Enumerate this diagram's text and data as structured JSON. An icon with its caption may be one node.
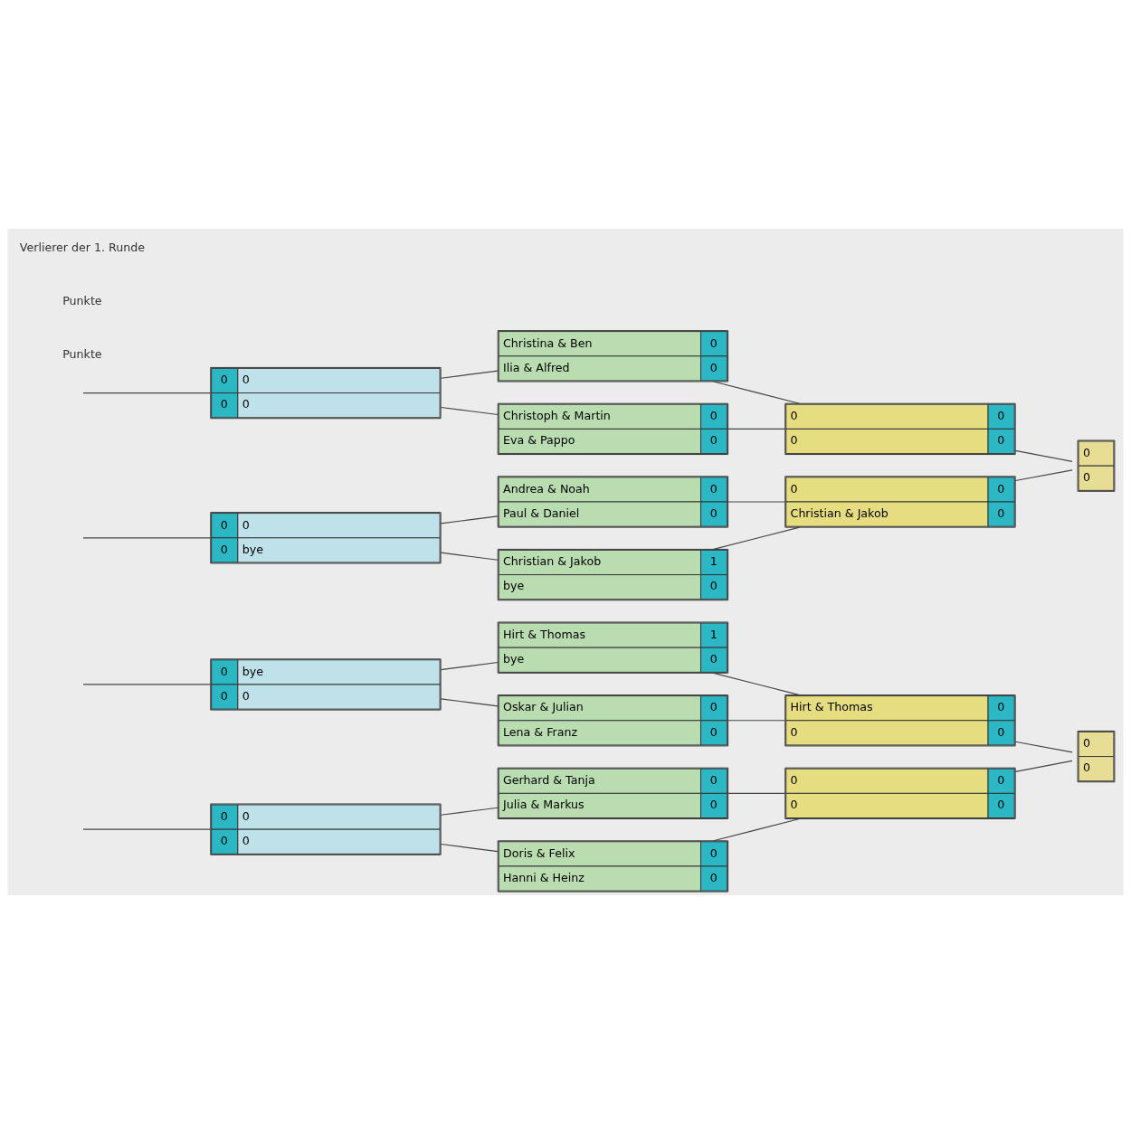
{
  "diagram": {
    "nodes": [
      {
        "text": [
          "Gerhard & Tanja",
          "0",
          "Julia & Markus",
          "0"
        ]
      },
      {
        "text": [
          "Doris & Felix",
          "0",
          "Hanni & Heinz",
          "0"
        ]
      },
      {
        "text": [
          "Hirt & Thomas",
          "1",
          "bye",
          "0"
        ]
      },
      {
        "text": [
          "Oskar & Julian",
          "0",
          "Lena & Franz",
          "0"
        ]
      },
      {
        "text": [
          "Andrea & Noah",
          "0",
          "Paul & Daniel",
          "0"
        ]
      },
      {
        "text": [
          "Christian & Jakob",
          "1",
          "bye",
          "0"
        ]
      },
      {
        "text": [
          "Christina & Ben",
          "0",
          "Ilia & Alfred",
          "0"
        ]
      },
      {
        "text": [
          "Christoph & Martin",
          "0",
          "Eva & Pappo",
          "0"
        ]
      },
      {
        "text": [
          "0",
          "0",
          "0",
          "0"
        ]
      },
      {
        "text": [
          "Hirt & Thomas",
          "0",
          "0",
          "0"
        ]
      },
      {
        "text": [
          "0",
          "0",
          "Christian & Jakob",
          "0"
        ]
      },
      {
        "text": [
          "0",
          "0",
          "0",
          "0"
        ]
      },
      {
        "text": [
          "0",
          "0"
        ]
      },
      {
        "text": [
          "0",
          "0"
        ]
      },
      {
        "text": [
          "0",
          "0",
          "0",
          "0"
        ]
      },
      {
        "text": [
          "0",
          "bye",
          "0",
          "0"
        ]
      },
      {
        "text": [
          "0",
          "0",
          "0",
          "bye"
        ]
      },
      {
        "text": [
          "0",
          "0",
          "0",
          "0"
        ]
      }
    ],
    "edges": [
      {
        "from": 14,
        "to": 0,
        "arrow": "none"
      },
      {
        "from": 14,
        "to": 1,
        "arrow": "none"
      },
      {
        "from": 15,
        "to": 2,
        "arrow": "none"
      },
      {
        "from": 15,
        "to": 3,
        "arrow": "none"
      },
      {
        "from": 16,
        "to": 4,
        "arrow": "none"
      },
      {
        "from": 16,
        "to": 5,
        "arrow": "none"
      },
      {
        "from": 17,
        "to": 6,
        "arrow": "none"
      },
      {
        "from": 17,
        "to": 7,
        "arrow": "none"
      },
      {
        "from": 0,
        "to": 8,
        "arrow": "none"
      },
      {
        "from": 1,
        "to": 8,
        "arrow": "none"
      },
      {
        "from": 2,
        "to": 9,
        "arrow": "none"
      },
      {
        "from": 3,
        "to": 9,
        "arrow": "none"
      },
      {
        "from": 4,
        "to": 10,
        "arrow": "none"
      },
      {
        "from": 5,
        "to": 10,
        "arrow": "none"
      },
      {
        "from": 6,
        "to": 11,
        "arrow": "none"
      },
      {
        "from": 7,
        "to": 11,
        "arrow": "none"
      },
      {
        "from": 8,
        "to": 12,
        "arrow": "none"
      },
      {
        "from": 9,
        "to": 12,
        "arrow": "none"
      },
      {
        "from": 10,
        "to": 13,
        "arrow": "none"
      },
      {
        "from": 11,
        "to": 13,
        "arrow": "none"
      },
      {
        "from": null,
        "to": 14,
        "arrow": "none"
      },
      {
        "from": null,
        "to": 15,
        "arrow": "none"
      },
      {
        "from": null,
        "to": 16,
        "arrow": "none"
      },
      {
        "from": null,
        "to": 17,
        "arrow": "none"
      }
    ],
    "labels": [
      "Punkte",
      "Punkte",
      "Verlierer der 1. Runde"
    ]
  }
}
